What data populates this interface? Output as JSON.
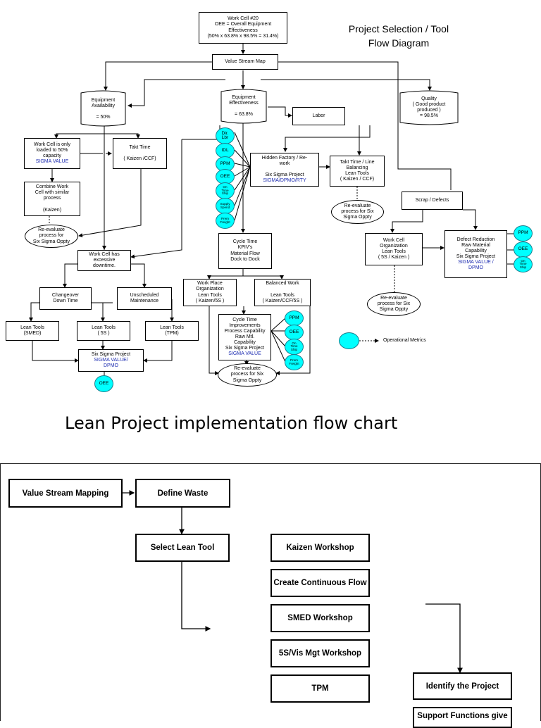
{
  "top": {
    "title": [
      "Project Selection / Tool",
      "Flow Diagram"
    ],
    "work_cell": [
      "Work Cell #20",
      "OEE = Overall Equipment",
      "Effectiveness",
      "(50% x 63.8% x 98.5% = 31.4%)"
    ],
    "value_stream_map": "Value Stream Map",
    "availability": [
      "Equipment",
      "Availability",
      "",
      "= 50%"
    ],
    "effectiveness": [
      "Equipment",
      "Effectiveness",
      "",
      "= 63.8%"
    ],
    "quality": [
      "Quality",
      "( Good product",
      "produced )",
      "= 98.5%"
    ],
    "labor": "Labor",
    "loaded": [
      "Work Cell is only",
      "loaded to 50%",
      "capacity"
    ],
    "loaded_blue": "SIGMA VALUE",
    "takt": [
      "Takt Time",
      "",
      "( Kaizen /CCF)"
    ],
    "combine": [
      "Combine Work",
      "Cell with similar",
      "process",
      "",
      "(Kaizen)"
    ],
    "reeval": [
      "Re-evaluate",
      "process for",
      "Six Sigma Oppty"
    ],
    "hidden": [
      "Hidden Factory / Re-",
      "work",
      "",
      "Six Sigma Project"
    ],
    "hidden_blue": "SIGMA/DPMO/RTY",
    "takt_line": [
      "Takt Time / Line",
      "Balancing",
      "Lean Tools",
      "( Kaizen / CCF)"
    ],
    "reeval2": [
      "Re-evaluate",
      "process for Six",
      "Sigma Oppty"
    ],
    "scrap": "Scrap / Defects",
    "cycle": [
      "Cycle Time",
      "KPIV's",
      "Material Flow",
      "Dock to Dock"
    ],
    "downtime": [
      "Work Cell has",
      "excessive",
      "downtime."
    ],
    "workcell_org": [
      "Work Cell",
      "Organization",
      "Lean Tools",
      "( 5S / Kaizen )"
    ],
    "defect": [
      "Defect Reduction",
      "Raw Material",
      "Capability",
      "Six Sigma Project"
    ],
    "defect_blue": [
      "SIGMA VALUE /",
      "DPMO"
    ],
    "changeover": [
      "Changeover",
      "Down Time"
    ],
    "unscheduled": [
      "Unscheduled",
      "Maintenance"
    ],
    "workplace": [
      "Work Place",
      "Organization",
      "Lean Tools",
      "( Kaizen/5S )"
    ],
    "balanced": [
      "Balanced Work",
      "",
      "Lean Tools",
      "( Kaizen/CCF/5S )"
    ],
    "reeval3": [
      "Re-evaluate",
      "process for Six",
      "Sigma Oppty"
    ],
    "lean_smed": [
      "Lean Tools",
      "(SMED)"
    ],
    "lean_5s": [
      "Lean Tools",
      "( 5S )"
    ],
    "lean_tpm": [
      "Lean Tools",
      "(TPM)"
    ],
    "cycle_impr": [
      "Cycle Time",
      "Improvements",
      "Process Capability",
      "Raw Mtl.",
      "Capability",
      "Six Sigma Project"
    ],
    "cycle_impr_blue": "SIGMA VALUE",
    "six_sigma": "Six Sigma Project",
    "six_sigma_blue": [
      "SIGMA VALUE/",
      "DPMO"
    ],
    "reeval4": [
      "Re-evaluate",
      "process for Six",
      "Sigma Oppty"
    ],
    "op_metrics": "Operational Metrics",
    "metrics_left": [
      [
        "Dir.",
        "Lbr"
      ],
      [
        "IDL"
      ],
      [
        "PPM"
      ],
      [
        "OEE"
      ],
      [
        "On",
        "Time",
        "Ship"
      ],
      [
        "Supply",
        "Spend"
      ],
      [
        "Prem",
        "Freight"
      ]
    ],
    "metrics_right": [
      [
        "PPM"
      ],
      [
        "OEE"
      ],
      [
        "On",
        "Time",
        "Ship"
      ]
    ],
    "metrics_mid": [
      [
        "PPM"
      ],
      [
        "OEE"
      ],
      [
        "On",
        "Time",
        "Ship"
      ],
      [
        "Prem",
        "Freight"
      ]
    ],
    "oee_bottom": "OEE"
  },
  "bottom": {
    "title": "Lean Project implementation flow chart",
    "vsm": "Value Stream Mapping",
    "define": "Define Waste",
    "select": "Select Lean Tool",
    "kaizen": "Kaizen Workshop",
    "flow": "Create Continuous Flow",
    "smed": "SMED Workshop",
    "vis": "5S/Vis Mgt Workshop",
    "tpm": "TPM",
    "identify": "Identify the Project",
    "support": "Support Functions give"
  }
}
